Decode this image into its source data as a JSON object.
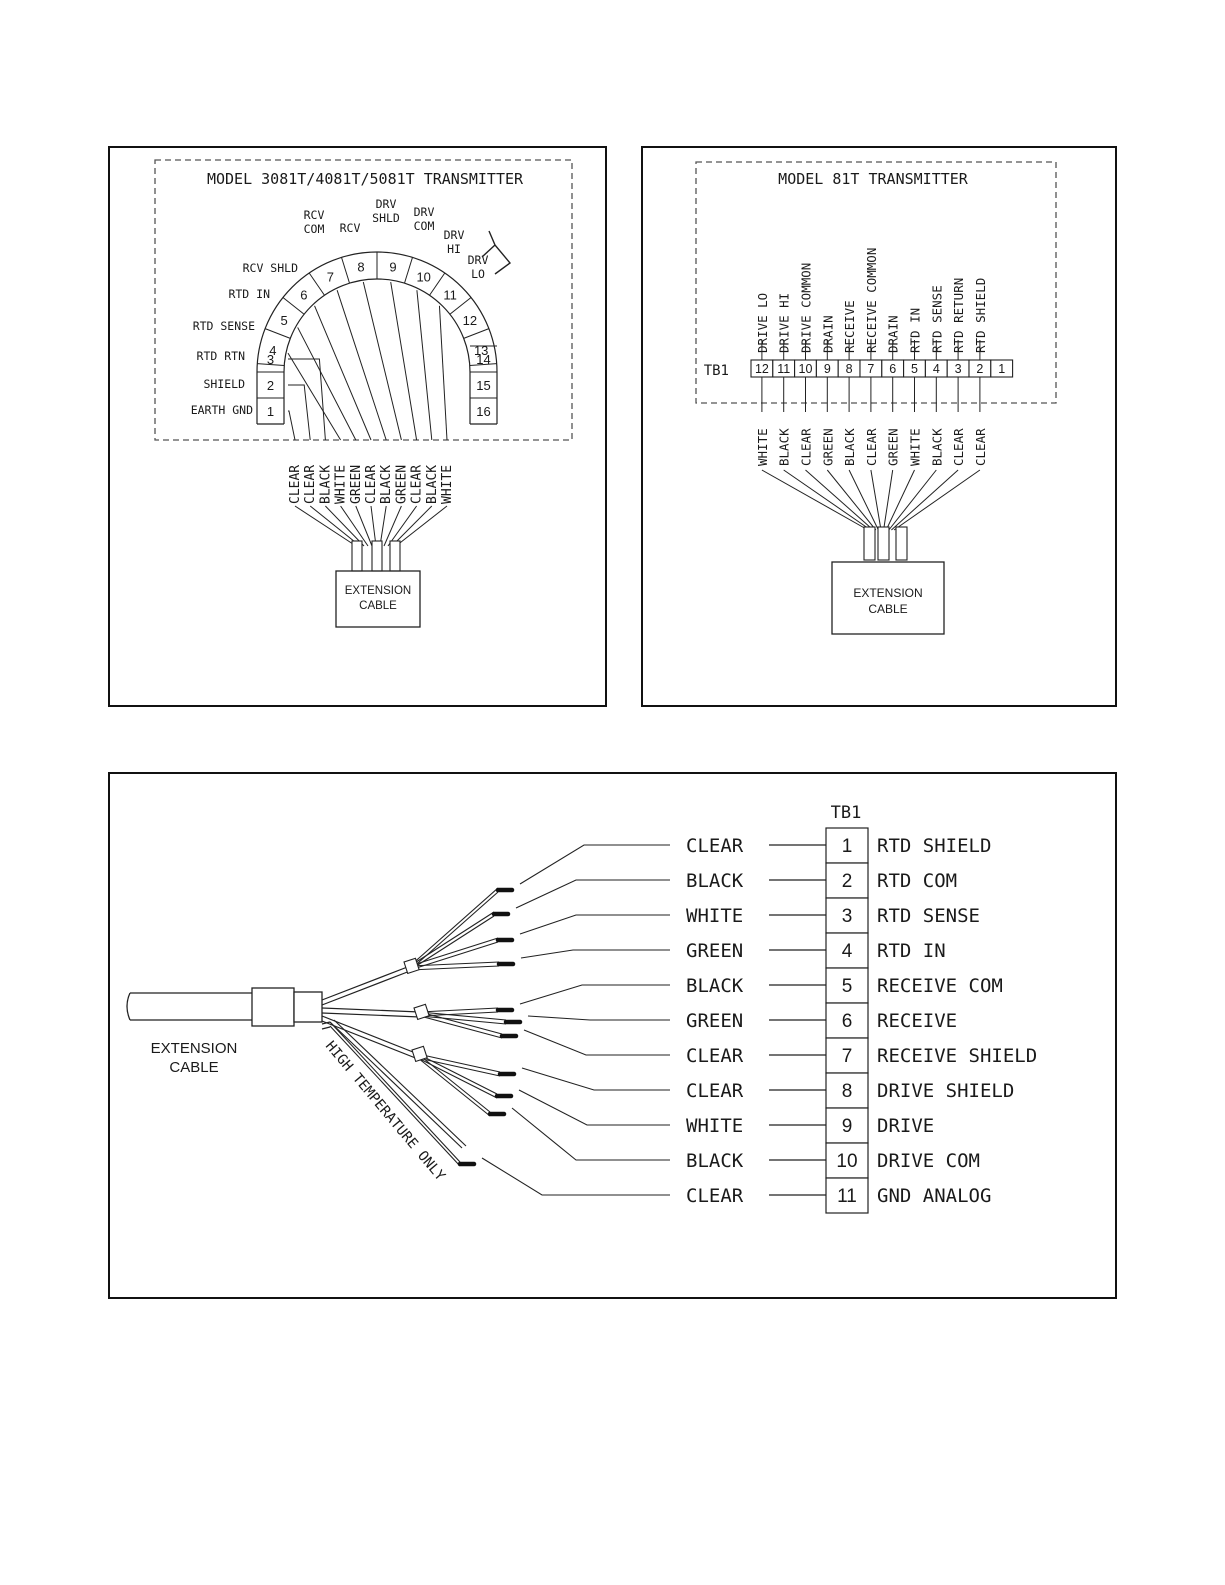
{
  "panel_a": {
    "title": "MODEL 3081T/4081T/5081T TRANSMITTER",
    "terminals": [
      {
        "num": "1",
        "label": "EARTH GND"
      },
      {
        "num": "2",
        "label": "SHIELD"
      },
      {
        "num": "3",
        "label": "RTD RTN"
      },
      {
        "num": "4",
        "label": "RTD SENSE"
      },
      {
        "num": "5",
        "label": "RTD IN"
      },
      {
        "num": "6",
        "label": "RCV SHLD"
      },
      {
        "num": "7",
        "label": "RCV COM"
      },
      {
        "num": "8",
        "label": "RCV"
      },
      {
        "num": "9",
        "label": "DRV SHLD"
      },
      {
        "num": "10",
        "label": "DRV COM"
      },
      {
        "num": "11",
        "label": "DRV HI"
      },
      {
        "num": "12",
        "label": "DRV LO"
      },
      {
        "num": "13",
        "label": ""
      },
      {
        "num": "14",
        "label": ""
      },
      {
        "num": "15",
        "label": ""
      },
      {
        "num": "16",
        "label": ""
      }
    ],
    "wire_colors": [
      "CLEAR",
      "CLEAR",
      "BLACK",
      "WHITE",
      "GREEN",
      "CLEAR",
      "BLACK",
      "GREEN",
      "CLEAR",
      "BLACK",
      "WHITE"
    ],
    "cable": [
      "EXTENSION",
      "CABLE"
    ]
  },
  "panel_b": {
    "title": "MODEL 81T TRANSMITTER",
    "tb_label": "TB1",
    "terminals": [
      {
        "num": "12",
        "label": "DRIVE LO",
        "wire": "WHITE"
      },
      {
        "num": "11",
        "label": "DRIVE HI",
        "wire": "BLACK"
      },
      {
        "num": "10",
        "label": "DRIVE COMMON",
        "wire": "CLEAR"
      },
      {
        "num": "9",
        "label": "DRAIN",
        "wire": "GREEN"
      },
      {
        "num": "8",
        "label": "RECEIVE",
        "wire": "BLACK"
      },
      {
        "num": "7",
        "label": "RECEIVE COMMON",
        "wire": "CLEAR"
      },
      {
        "num": "6",
        "label": "DRAIN",
        "wire": "GREEN"
      },
      {
        "num": "5",
        "label": "RTD IN",
        "wire": "WHITE"
      },
      {
        "num": "4",
        "label": "RTD SENSE",
        "wire": "BLACK"
      },
      {
        "num": "3",
        "label": "RTD RETURN",
        "wire": "CLEAR"
      },
      {
        "num": "2",
        "label": "RTD SHIELD",
        "wire": "CLEAR"
      },
      {
        "num": "1",
        "label": "",
        "wire": ""
      }
    ],
    "cable": [
      "EXTENSION",
      "CABLE"
    ]
  },
  "panel_c": {
    "tb_label": "TB1",
    "rows": [
      {
        "wire": "CLEAR",
        "num": "1",
        "func": "RTD SHIELD"
      },
      {
        "wire": "BLACK",
        "num": "2",
        "func": "RTD COM"
      },
      {
        "wire": "WHITE",
        "num": "3",
        "func": "RTD SENSE"
      },
      {
        "wire": "GREEN",
        "num": "4",
        "func": "RTD IN"
      },
      {
        "wire": "BLACK",
        "num": "5",
        "func": "RECEIVE COM"
      },
      {
        "wire": "GREEN",
        "num": "6",
        "func": "RECEIVE"
      },
      {
        "wire": "CLEAR",
        "num": "7",
        "func": "RECEIVE SHIELD"
      },
      {
        "wire": "CLEAR",
        "num": "8",
        "func": "DRIVE SHIELD"
      },
      {
        "wire": "WHITE",
        "num": "9",
        "func": "DRIVE"
      },
      {
        "wire": "BLACK",
        "num": "10",
        "func": "DRIVE COM"
      },
      {
        "wire": "CLEAR",
        "num": "11",
        "func": "GND ANALOG"
      }
    ],
    "cable": [
      "EXTENSION",
      "CABLE"
    ],
    "note": "HIGH TEMPERATURE ONLY"
  }
}
